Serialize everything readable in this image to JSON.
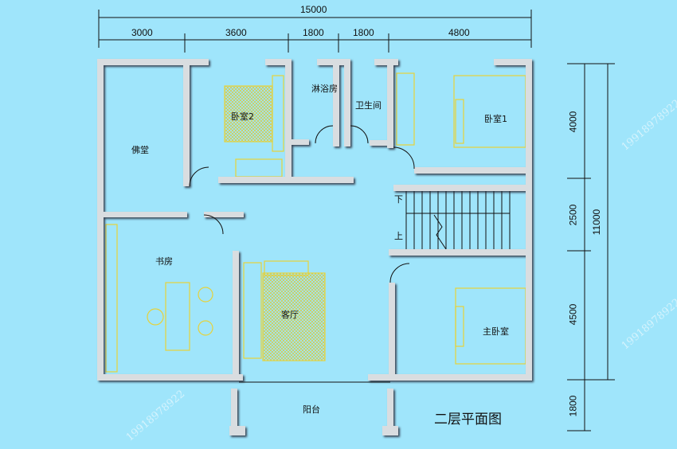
{
  "dimensions": {
    "top_total": "15000",
    "top_segments": [
      "3000",
      "3600",
      "1800",
      "1800",
      "4800"
    ],
    "right_segments": [
      "4000",
      "2500",
      "4500",
      "1800"
    ],
    "right_total": "11000"
  },
  "rooms": {
    "buddha_hall": "佛堂",
    "bedroom2": "卧室2",
    "shower": "淋浴房",
    "toilet": "卫生间",
    "bedroom1": "卧室1",
    "study": "书房",
    "living": "客厅",
    "master_bedroom": "主卧室",
    "balcony": "阳台"
  },
  "stairs": {
    "down": "下",
    "up": "上"
  },
  "title": "二层平面图",
  "watermark": "19918978922",
  "colors": {
    "background": "#9fe5fb",
    "wall": "#d9dde0",
    "furniture": "#e6d23a"
  }
}
